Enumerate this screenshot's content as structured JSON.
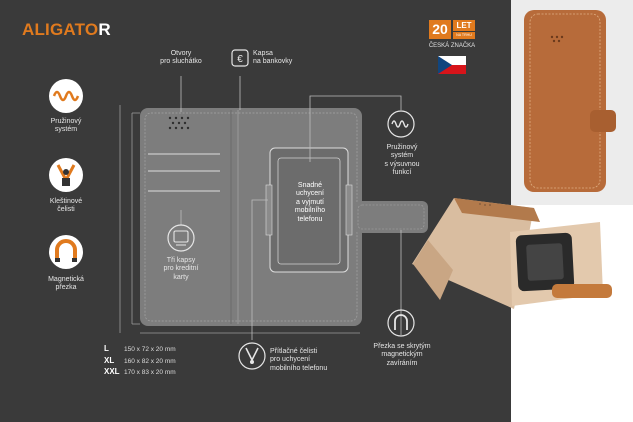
{
  "brand": {
    "logo_a": "ALIGAT",
    "logo_b": "O",
    "logo_c": "R"
  },
  "badge": {
    "number": "20",
    "let": "LET",
    "sub": "NA TRHU",
    "brand": "ČESKÁ ZNAČKA"
  },
  "colors": {
    "background": "#3a3a3a",
    "accent": "#e07a1e",
    "case_gray": "#7d7d7d",
    "leather": "#b76b3a"
  },
  "features_left": [
    {
      "icon": "spring-icon",
      "label": "Pružinový\nsystém"
    },
    {
      "icon": "pincer-icon",
      "label": "Kleštinové\nčelisti"
    },
    {
      "icon": "magnet-icon",
      "label": "Magnetická\npřezka"
    }
  ],
  "callouts": {
    "speaker": "Otvory\npro sluchátko",
    "pocket": "Kapsa\nna bankovky",
    "spring_slide": "Pružinový\nsystém\ns výsuvnou\nfunkcí",
    "card_slots": "Tři kapsy\npro kreditní\nkarty",
    "holder": "Snadné\nuchycení\na vyjmutí\nmobilního\ntelefonu",
    "jaws": "Přítlačné čelisti\npro uchycení\nmobilního telefonu",
    "clasp": "Přezka se skrytým\nmagnetickým\nzavíráním"
  },
  "sizes": [
    {
      "code": "L",
      "dims": "150 x 72 x 20 mm"
    },
    {
      "code": "XL",
      "dims": "160 x 82 x 20 mm"
    },
    {
      "code": "XXL",
      "dims": "170 x 83 x 20 mm"
    }
  ]
}
